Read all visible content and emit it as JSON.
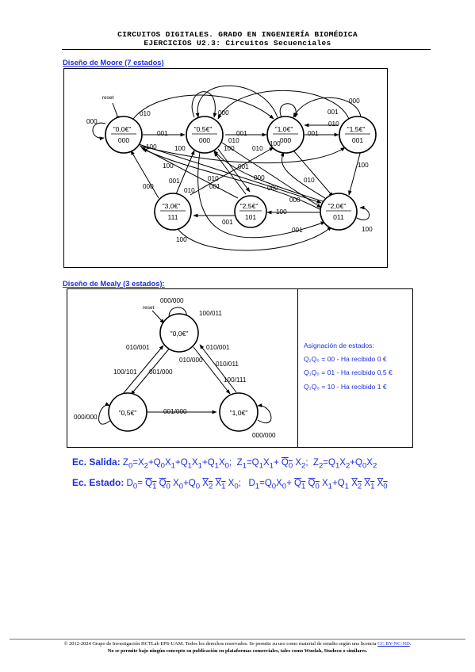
{
  "header": {
    "line1": "CIRCUITOS DIGITALES. GRADO EN INGENIERÍA BIOMÉDICA",
    "line2": "EJERCICIOS U2.3: Circuitos Secuenciales"
  },
  "moore": {
    "title": "Diseño de Moore (7 estados)",
    "reset_label": "reset",
    "states": [
      {
        "name": "\"0,0€\"",
        "code": "000"
      },
      {
        "name": "\"0,5€\"",
        "code": "000"
      },
      {
        "name": "\"1,0€\"",
        "code": "000"
      },
      {
        "name": "\"1,5€\"",
        "code": "001"
      },
      {
        "name": "\"3,0€\"",
        "code": "111"
      },
      {
        "name": "\"2,5€\"",
        "code": "101"
      },
      {
        "name": "\"2,0€\"",
        "code": "011"
      }
    ],
    "edge_labels": [
      "000",
      "001",
      "010",
      "100",
      "000",
      "001",
      "010",
      "100",
      "001",
      "000",
      "010",
      "100",
      "001",
      "010",
      "100",
      "000",
      "010",
      "010",
      "001",
      "000",
      "010",
      "000",
      "100",
      "001",
      "000",
      "001",
      "001",
      "100",
      "100",
      "001",
      "100",
      "100"
    ]
  },
  "mealy": {
    "title": "Diseño de Mealy (3 estados):",
    "reset_label": "reset",
    "states": [
      {
        "name": "\"0,0€\""
      },
      {
        "name": "\"0,5€\""
      },
      {
        "name": "\"1,0€\""
      }
    ],
    "edge_labels": [
      "000/000",
      "100/011",
      "010/001",
      "010/001",
      "100/101",
      "001/000",
      "010/000",
      "010/011",
      "100/111",
      "000/000",
      "001/000",
      "000/000"
    ],
    "assignment": {
      "title": "Asignación de estados:",
      "rows": [
        {
          "code": "Q₁Q₀ = 00",
          "text": " - Ha recibido 0 €"
        },
        {
          "code": "Q₁Q₀ = 01",
          "text": " - Ha recibido 0,5 €"
        },
        {
          "code": "Q₁Q₀ = 10",
          "text": " - Ha recibido 1 €"
        }
      ]
    }
  },
  "equations": {
    "salida_label": "Ec. Salida:",
    "estado_label": "Ec. Estado:"
  },
  "footer": {
    "line1": "© 2012-2024 Grupo de Investigación HCTLab EPS-UAM. Todos los derechos reservados. Se permite su uso como material de estudio según una licencia ",
    "license": "CC BY-NC-ND",
    "line1_end": ".",
    "line2": "No se permite bajo ningún concepto su publicación en plataformas comerciales, tales como Wuolah, Studocu o similares."
  }
}
